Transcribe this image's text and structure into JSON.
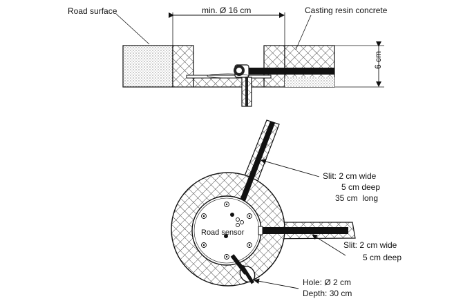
{
  "labels": {
    "road_surface": "Road surface",
    "diameter": "min. Ø 16 cm",
    "casting_resin": "Casting resin concrete",
    "depth_6": "6 cm",
    "road_sensor": "Road sensor",
    "slit1": [
      "Slit: 2 cm wide",
      "5 cm deep",
      "35 cm  long"
    ],
    "slit2": [
      "Slit: 2 cm wide",
      "5 cm deep"
    ],
    "hole": [
      "Hole: Ø 2 cm",
      "Depth: 30 cm"
    ]
  },
  "colors": {
    "line": "#111111",
    "background": "#ffffff",
    "hatch": "#333333"
  }
}
